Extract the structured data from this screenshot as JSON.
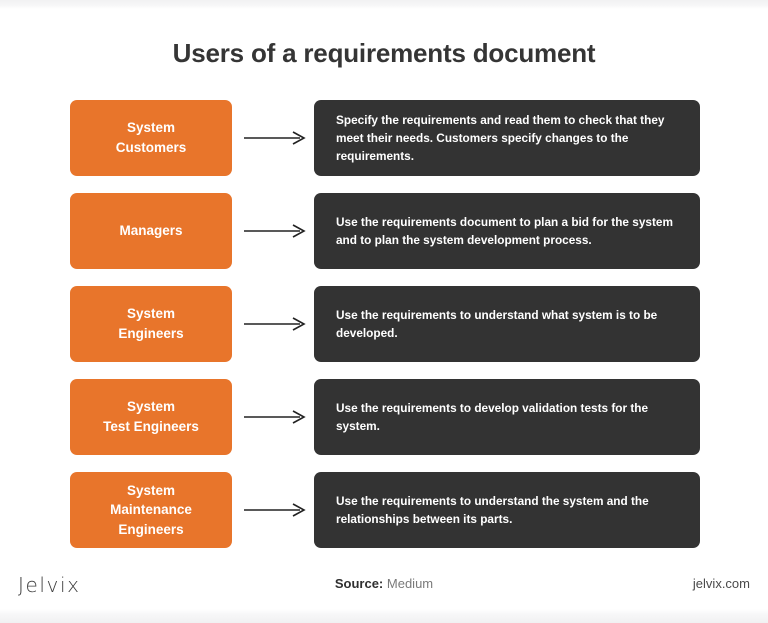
{
  "page": {
    "title": "Users of a requirements document",
    "background_color": "#ffffff",
    "accent_color": "#e8752b",
    "dark_color": "#333333"
  },
  "diagram": {
    "type": "flow-mapping",
    "arrow_icon": "arrow-right-icon",
    "rows": [
      {
        "actor": "System\nCustomers",
        "description": "Specify the requirements and read them to check that they meet their needs. Customers specify changes to the requirements."
      },
      {
        "actor": "Managers",
        "description": "Use the requirements document to plan a bid for the system and to plan the system development process."
      },
      {
        "actor": "System\nEngineers",
        "description": "Use the requirements to understand what system is to be developed."
      },
      {
        "actor": "System\nTest Engineers",
        "description": "Use the requirements to develop validation tests for the system."
      },
      {
        "actor": "System\nMaintenance\nEngineers",
        "description": "Use the requirements to understand the system and the relationships between its parts."
      }
    ]
  },
  "footer": {
    "logo": "Jelvix",
    "source_label": "Source:",
    "source_value": "Medium",
    "website": "jelvix.com"
  }
}
